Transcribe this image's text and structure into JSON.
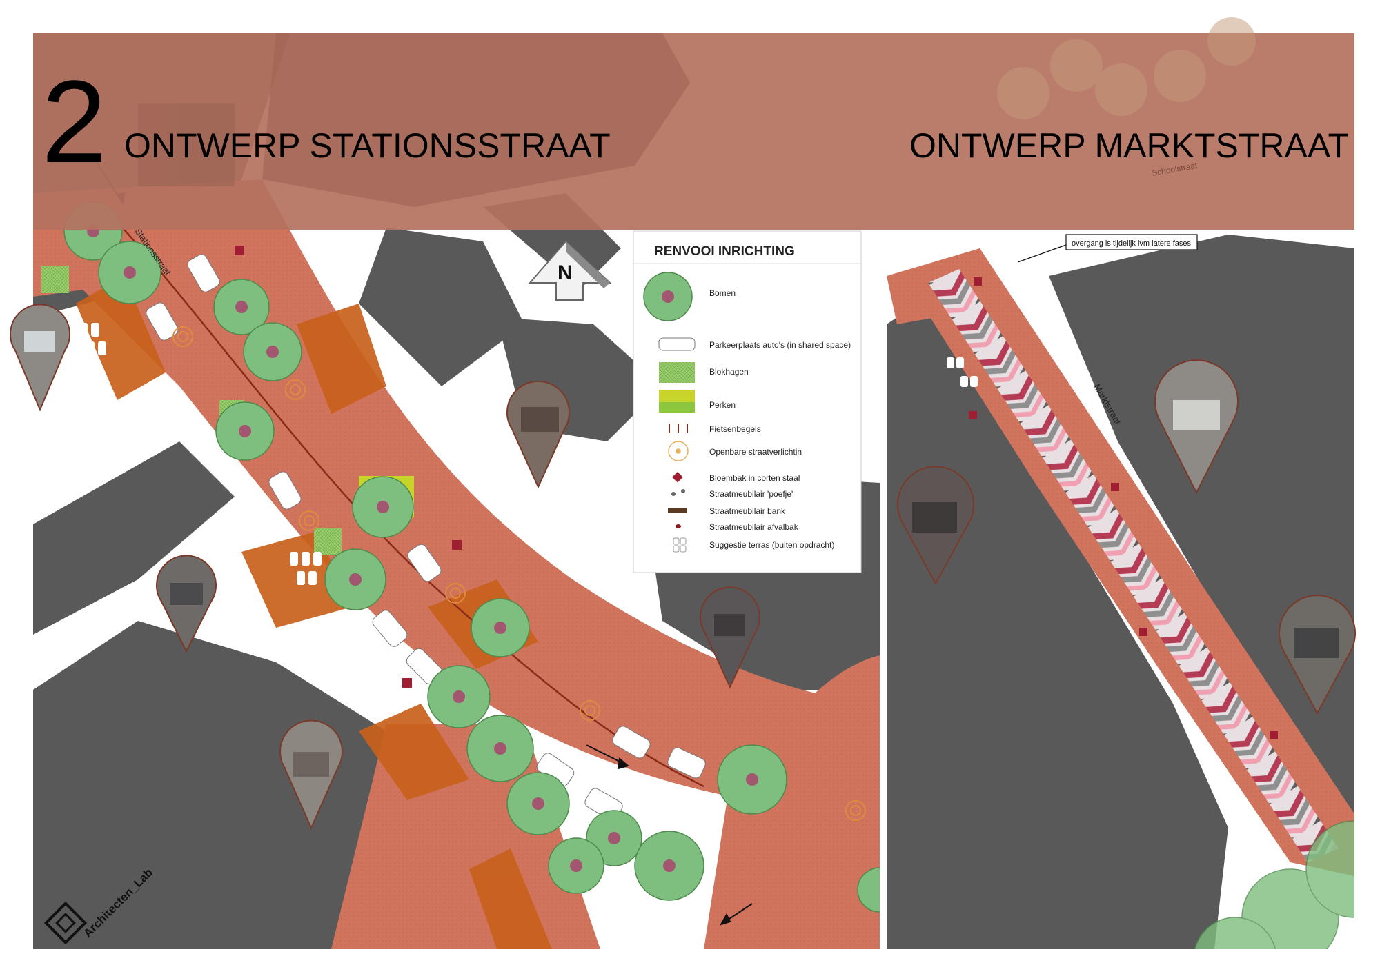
{
  "header": {
    "phase_number": "2",
    "title_left": "ONTWERP STATIONSSTRAAT",
    "title_right": "ONTWERP MARKTSTRAAT"
  },
  "map_labels": {
    "stationsstraat": "Stationsstraat",
    "marktstraat": "Marktstraat",
    "schoolstraat": "Schoolstraat",
    "note": "overgang is tijdelijk ivm latere fases",
    "north": "N"
  },
  "legend": {
    "title": "RENVOOI INRICHTING",
    "items": [
      {
        "key": "bomen",
        "label": "Bomen",
        "icon": "tree-icon"
      },
      {
        "key": "parkeren",
        "label": "Parkeerplaats auto's (in shared space)",
        "icon": "car-icon"
      },
      {
        "key": "blokhagen",
        "label": "Blokhagen",
        "icon": "hedge-icon"
      },
      {
        "key": "perken",
        "label": "Perken",
        "icon": "flowerbed-icon"
      },
      {
        "key": "fietsenbegels",
        "label": "Fietsenbegels",
        "icon": "bike-rack-icon"
      },
      {
        "key": "verlichting",
        "label": "Openbare straatverlichtin",
        "icon": "streetlight-icon"
      },
      {
        "key": "bloembak",
        "label": "Bloembak in corten staal",
        "icon": "planter-icon"
      },
      {
        "key": "poefje",
        "label": "Straatmeubilair 'poefje'",
        "icon": "pouf-icon"
      },
      {
        "key": "bank",
        "label": "Straatmeubilair bank",
        "icon": "bench-icon"
      },
      {
        "key": "afvalbak",
        "label": "Straatmeubilair afvalbak",
        "icon": "bin-icon"
      },
      {
        "key": "terras",
        "label": "Suggestie terras (buiten opdracht)",
        "icon": "terrace-icon"
      }
    ]
  },
  "logo": {
    "text": "Architecten_Lab"
  },
  "colors": {
    "street": "#d1745d",
    "building": "#595959",
    "plaza": "#c8611c",
    "tree": "#7ebe7e",
    "hedge": "#8cc63f",
    "flowerbed": "#c9d42a",
    "header_overlay": "#b47260"
  }
}
